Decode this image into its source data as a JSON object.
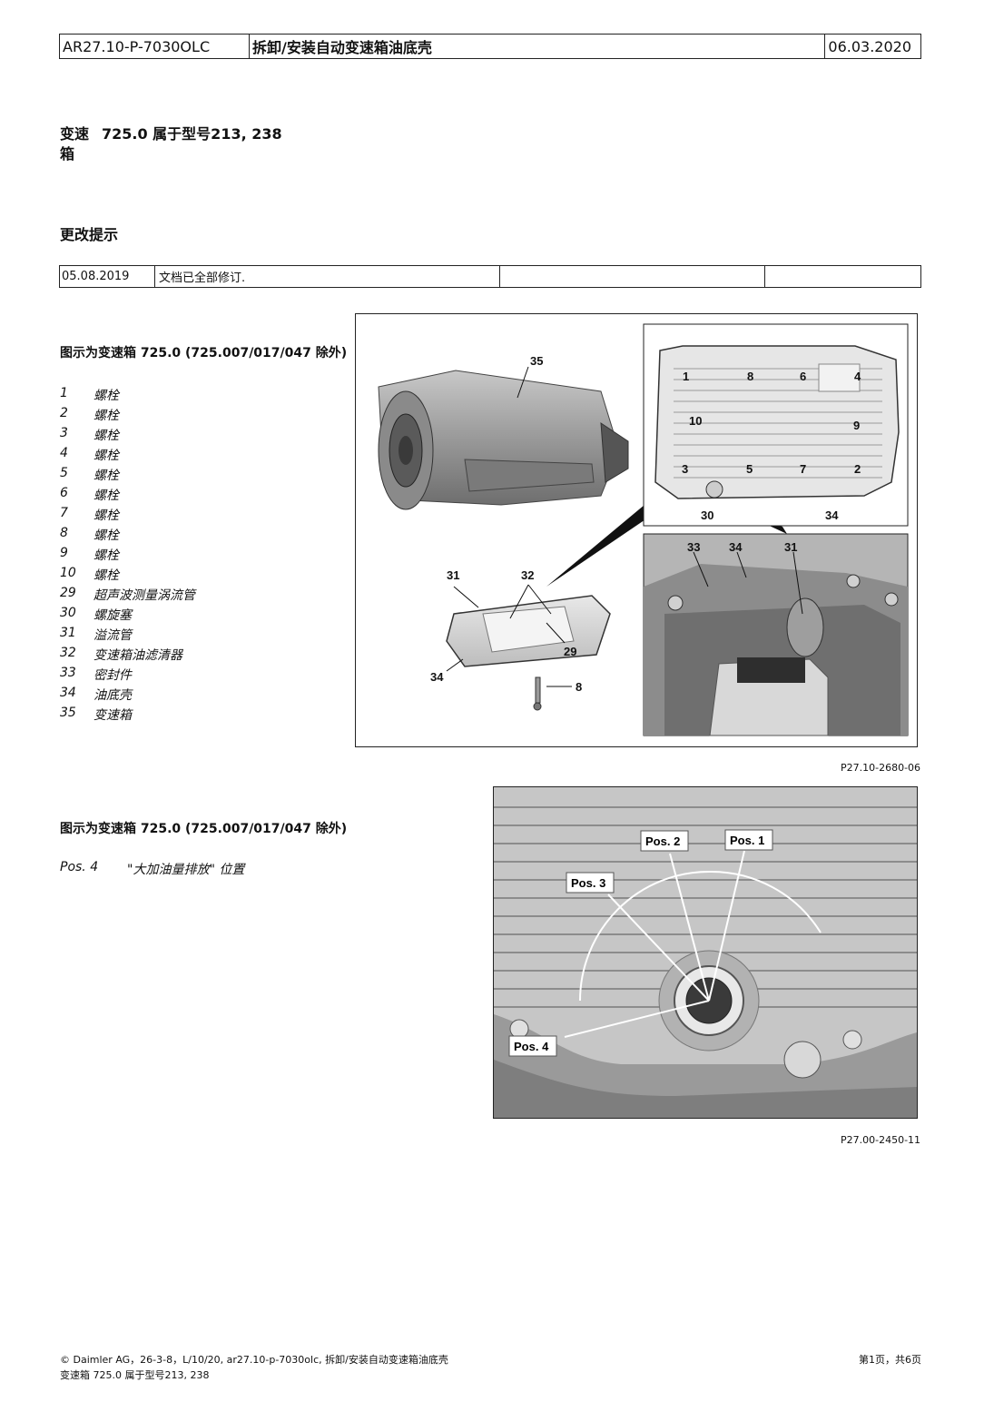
{
  "header": {
    "doc_id": "AR27.10-P-7030OLC",
    "title": "拆卸/安装自动变速箱油底壳",
    "date": "06.03.2020"
  },
  "model": {
    "label_line1": "变速",
    "label_line2": "箱",
    "value": "725.0 属于型号213, 238"
  },
  "change_notes": {
    "heading": "更改提示",
    "rows": [
      {
        "date": "05.08.2019",
        "text": "文档已全部修订."
      }
    ]
  },
  "figure1": {
    "caption": "图示为变速箱 725.0 (725.007/017/047 除外)",
    "legend": [
      {
        "num": "1",
        "text": "螺栓"
      },
      {
        "num": "2",
        "text": "螺栓"
      },
      {
        "num": "3",
        "text": "螺栓"
      },
      {
        "num": "4",
        "text": "螺栓"
      },
      {
        "num": "5",
        "text": "螺栓"
      },
      {
        "num": "6",
        "text": "螺栓"
      },
      {
        "num": "7",
        "text": "螺栓"
      },
      {
        "num": "8",
        "text": "螺栓"
      },
      {
        "num": "9",
        "text": "螺栓"
      },
      {
        "num": "10",
        "text": "螺栓"
      },
      {
        "num": "29",
        "text": "超声波测量涡流管"
      },
      {
        "num": "30",
        "text": "螺旋塞"
      },
      {
        "num": "31",
        "text": "溢流管"
      },
      {
        "num": "32",
        "text": "变速箱油滤清器"
      },
      {
        "num": "33",
        "text": "密封件"
      },
      {
        "num": "34",
        "text": "油底壳"
      },
      {
        "num": "35",
        "text": "变速箱"
      }
    ],
    "callouts": [
      "35",
      "1",
      "8",
      "6",
      "4",
      "10",
      "9",
      "3",
      "5",
      "7",
      "2",
      "30",
      "34",
      "31",
      "32",
      "29",
      "33"
    ],
    "ref": "P27.10-2680-06"
  },
  "figure2": {
    "caption": "图示为变速箱 725.0 (725.007/017/047 除外)",
    "note_pos": "Pos. 4",
    "note_text": "\"大加油量排放\" 位置",
    "labels": {
      "pos1": "Pos. 1",
      "pos2": "Pos. 2",
      "pos3": "Pos. 3",
      "pos4": "Pos. 4"
    },
    "ref": "P27.00-2450-11"
  },
  "footer": {
    "line1": "© Daimler AG，26-3-8，L/10/20, ar27.10-p-7030olc, 拆卸/安装自动变速箱油底壳",
    "line2": "变速箱 725.0 属于型号213, 238",
    "page": "第1页，共6页"
  }
}
